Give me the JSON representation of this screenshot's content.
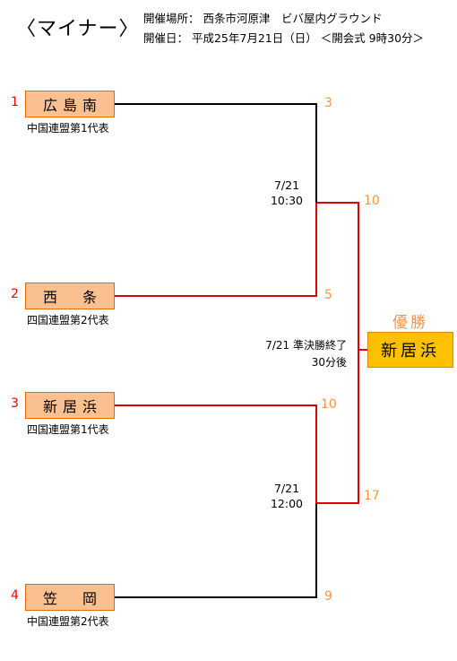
{
  "header": {
    "title": "〈マイナー〉",
    "venue": "開催場所：  西条市河原津　ビバ屋内グラウンド",
    "date": "開催日：  平成25年7月21日（日） ＜開会式  9時30分＞"
  },
  "teams": [
    {
      "seed": "1",
      "name": "広島南",
      "note": "中国連盟第1代表",
      "score": "3"
    },
    {
      "seed": "2",
      "name": "西　条",
      "note": "四国連盟第2代表",
      "score": "5"
    },
    {
      "seed": "3",
      "name": "新居浜",
      "note": "四国連盟第1代表",
      "score": "10"
    },
    {
      "seed": "4",
      "name": "笠　岡",
      "note": "中国連盟第2代表",
      "score": "9"
    }
  ],
  "semifinals": [
    {
      "date": "7/21",
      "time": "10:30"
    },
    {
      "date": "7/21",
      "time": "12:00"
    }
  ],
  "final": {
    "score_top": "10",
    "score_bottom": "17",
    "schedule_line1": "7/21  準決勝終了",
    "schedule_line2": "30分後",
    "champion_label": "優勝",
    "champion": "新居浜"
  },
  "colors": {
    "winner_line": "#e00000",
    "loser_line": "#000000",
    "score": "#f79646",
    "seed": "#ff0000",
    "team_box": "#fac090",
    "champion_box": "#ffc000"
  }
}
